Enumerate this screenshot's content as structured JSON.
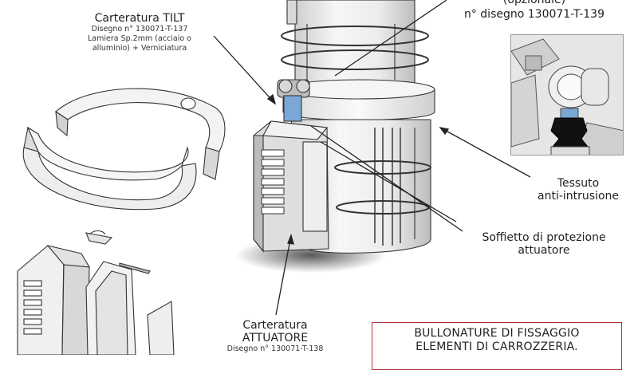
{
  "labels": {
    "tilt_cover": {
      "title": "Carteratura TILT",
      "drawing": "Disegno n° 130071-T-137",
      "material_line1": "Lamiera Sp.2mm (acciaio o",
      "material_line2": "alluminio) + Verniciatura"
    },
    "optional": {
      "line1": "(opzionale)",
      "drawing": "n° disegno 130071-T-139"
    },
    "fabric": {
      "line1": "Tessuto",
      "line2": "anti-intrusione"
    },
    "bellows": {
      "line1": "Soffietto di protezione",
      "line2": "attuatore"
    },
    "actuator_cover": {
      "line1": "Carteratura",
      "line2": "ATTUATORE",
      "drawing": "Disegno n° 130071-T-138"
    }
  },
  "notice": {
    "line1": "BULLONATURE DI FISSAGGIO",
    "line2": "ELEMENTI DI CARROZZERIA."
  },
  "colors": {
    "metal_light": "#f2f2f2",
    "metal_mid": "#d6d6d6",
    "metal_dark": "#8a8a8a",
    "outline": "#333333",
    "accent_blue": "#7aa7d6",
    "notice_border": "#b03030"
  }
}
